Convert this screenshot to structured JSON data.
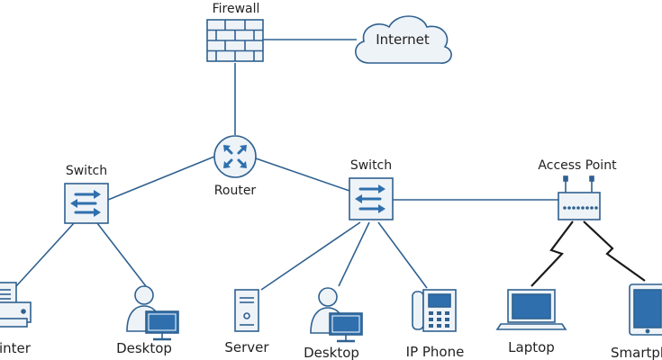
{
  "diagram": {
    "colors": {
      "stroke": "#2f6190",
      "fill_light": "#eef3f8",
      "fill_blue": "#2f6fad",
      "line": "#2f6190",
      "wireless": "#1a1a1a"
    },
    "nodes": {
      "firewall": {
        "label": "Firewall",
        "icon": "firewall-icon"
      },
      "internet": {
        "label": "Internet",
        "icon": "cloud-icon"
      },
      "router": {
        "label": "Router",
        "icon": "router-icon"
      },
      "switch_left": {
        "label": "Switch",
        "icon": "switch-icon"
      },
      "switch_center": {
        "label": "Switch",
        "icon": "switch-icon"
      },
      "access_point": {
        "label": "Access Point",
        "icon": "access-point-icon"
      },
      "printer": {
        "label": "Printer",
        "icon": "printer-icon"
      },
      "desktop_left": {
        "label": "Desktop",
        "icon": "desktop-user-icon"
      },
      "server": {
        "label": "Server",
        "icon": "server-icon"
      },
      "desktop_center": {
        "label": "Desktop",
        "icon": "desktop-user-icon"
      },
      "ip_phone": {
        "label": "IP Phone",
        "icon": "ip-phone-icon"
      },
      "laptop": {
        "label": "Laptop",
        "icon": "laptop-icon"
      },
      "smartphone": {
        "label": "Smartphone",
        "icon": "tablet-icon"
      }
    }
  }
}
